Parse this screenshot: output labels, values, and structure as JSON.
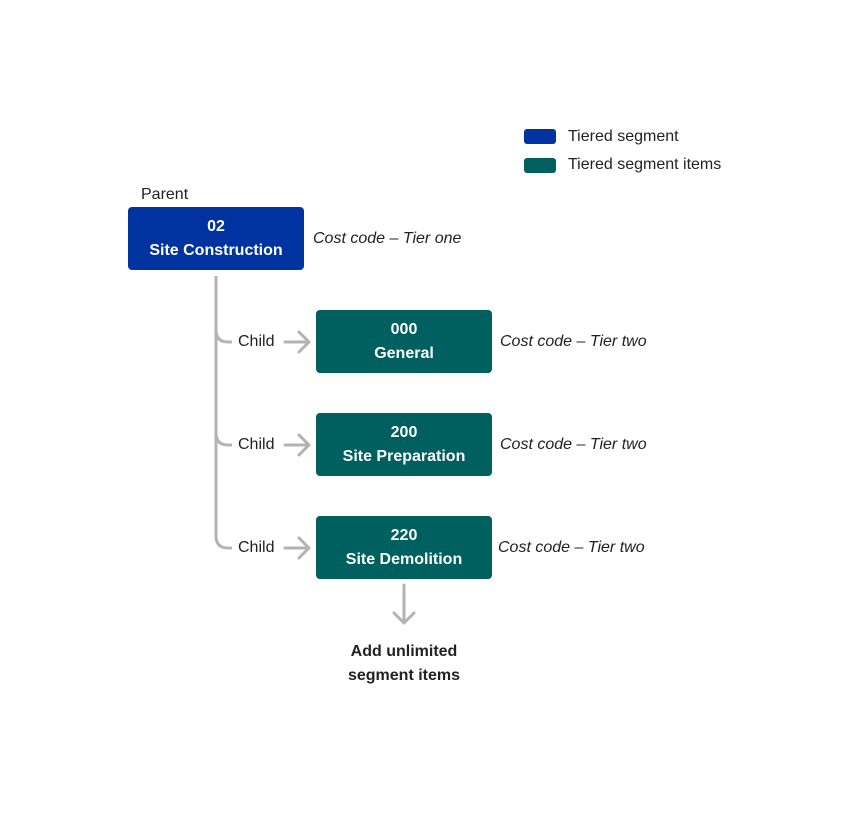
{
  "legend": [
    {
      "label": "Tiered segment",
      "color": "#0033a0"
    },
    {
      "label": "Tiered segment items",
      "color": "#005f5f"
    }
  ],
  "parent": {
    "caption": "Parent",
    "code": "02",
    "name": "Site Construction",
    "tier_note": "Cost code – Tier one",
    "color": "#0033a0"
  },
  "child_label": "Child",
  "children": [
    {
      "code": "000",
      "name": "General",
      "tier_note": "Cost code – Tier two"
    },
    {
      "code": "200",
      "name": "Site Preparation",
      "tier_note": "Cost code – Tier two"
    },
    {
      "code": "220",
      "name": "Site Demolition",
      "tier_note": "Cost code – Tier two"
    }
  ],
  "child_color": "#005f5f",
  "connector_color": "#b3b3b3",
  "add_note": {
    "line1": "Add unlimited",
    "line2": "segment items"
  }
}
